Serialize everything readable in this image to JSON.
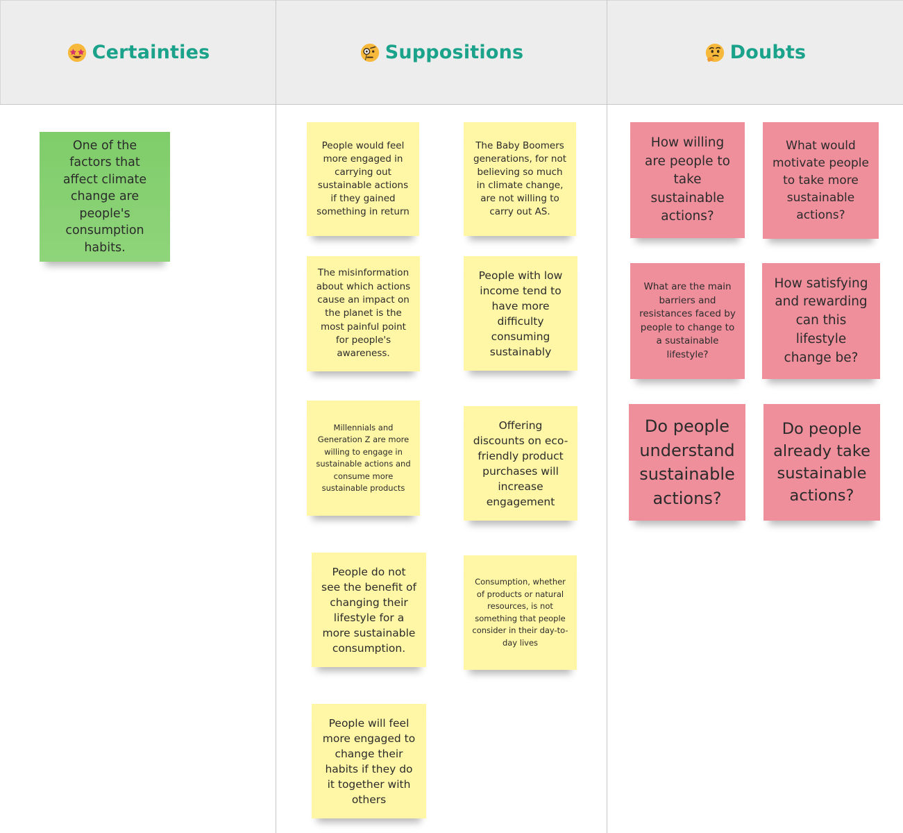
{
  "columns": {
    "certainties": {
      "title": "Certainties",
      "emoji": "star-struck-face-icon",
      "notes": [
        "One of the factors that affect climate change are people's consumption habits."
      ]
    },
    "suppositions": {
      "title": "Suppositions",
      "emoji": "face-with-monocle-icon",
      "notes": [
        "People would feel more engaged in carrying out sustainable actions if they gained something in return",
        "The Baby Boomers generations, for not believing so much in climate change, are not willing to carry out AS.",
        "The misinformation about which actions cause an impact on the planet is the most painful point for people's awareness.",
        "People with low income tend to have more difficulty consuming sustainably",
        "Millennials and Generation Z are more willing to engage in sustainable actions and consume more sustainable products",
        "Offering discounts on eco-friendly product purchases will increase engagement",
        "People do not see the benefit of changing their lifestyle for a more sustainable consumption.",
        "Consumption, whether of products or natural resources, is not something that people consider in their day-to-day lives",
        "People will feel more engaged to change their habits if they do it together with others"
      ]
    },
    "doubts": {
      "title": "Doubts",
      "emoji": "thinking-face-icon",
      "notes": [
        "How willing are people to take sustainable actions?",
        "What would motivate people to take more sustainable actions?",
        "What are the main barriers and resistances faced by people to change to a sustainable lifestyle?",
        "How satisfying and rewarding can this lifestyle change be?",
        "Do people understand sustainable actions?",
        "Do people already take sustainable actions?"
      ]
    }
  },
  "colors": {
    "title": "#1aa38a",
    "yellow_note": "#fff7a6",
    "green_note": "#85cf70",
    "pink_note": "#ef8f9c",
    "header_bg": "#ededed"
  }
}
